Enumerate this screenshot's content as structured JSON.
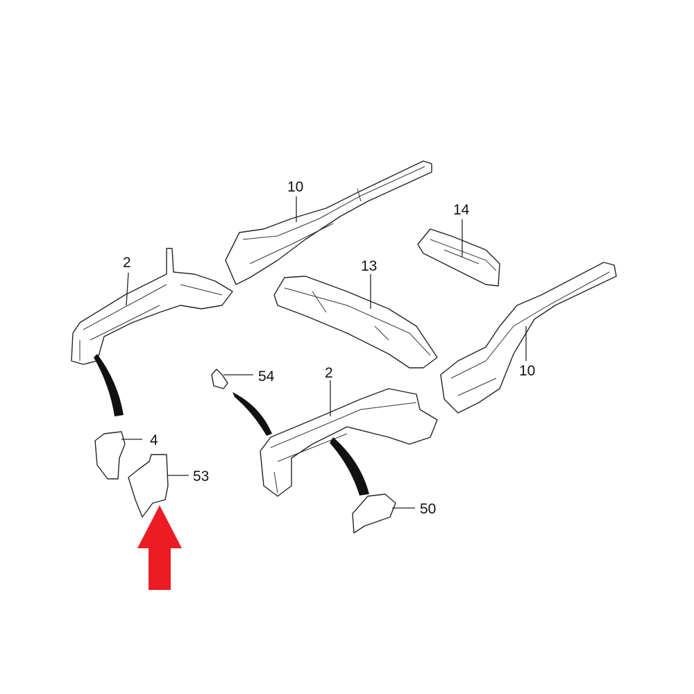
{
  "diagram": {
    "labels": {
      "rail_10_top": "10",
      "part_14": "14",
      "rail_2_left": "2",
      "member_13": "13",
      "rail_10_right": "10",
      "part_54": "54",
      "rail_2_center": "2",
      "part_4": "4",
      "part_53": "53",
      "part_50": "50"
    },
    "highlight": {
      "target": "53",
      "color": "#ed1c24"
    }
  }
}
